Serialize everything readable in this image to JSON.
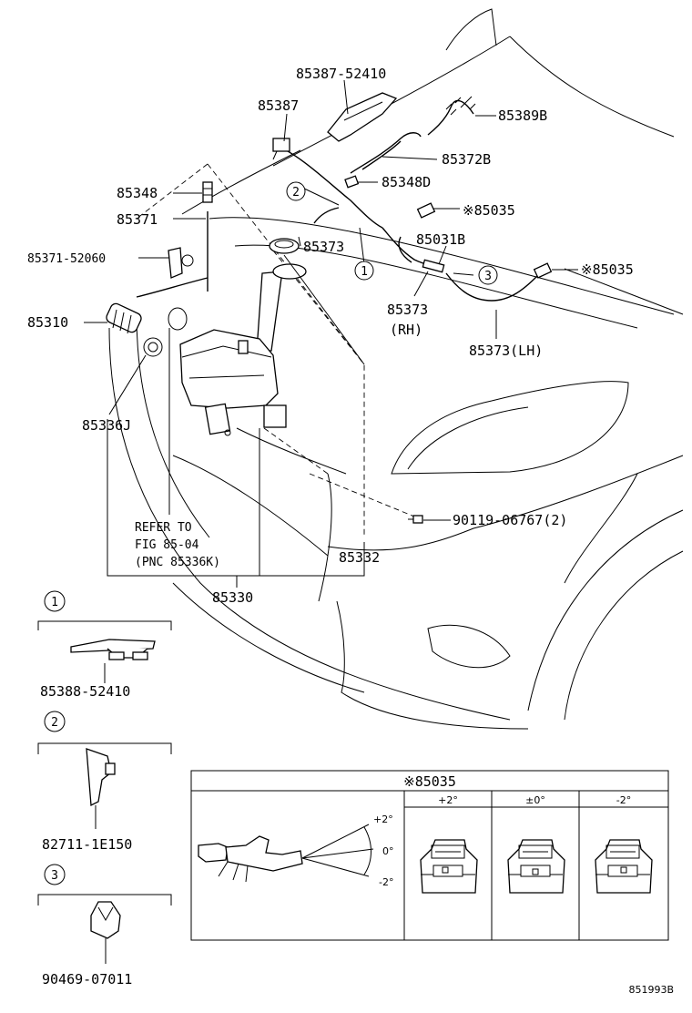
{
  "labels": {
    "l85387_52410": "85387-52410",
    "l85387": "85387",
    "l85389B": "85389B",
    "l85372B": "85372B",
    "l85348": "85348",
    "l85348D": "85348D",
    "l85035a": "※85035",
    "l85371": "85371",
    "l85373": "85373",
    "l85031B": "85031B",
    "l85035b": "※85035",
    "l85371_52060": "85371-52060",
    "l85373rh": "85373",
    "l85373rh_sub": "(RH)",
    "l85310": "85310",
    "l85373lh": "85373(LH)",
    "l85336J": "85336J",
    "l90119": "90119-06767(2)",
    "refer1": "REFER TO",
    "refer2": "FIG 85-04",
    "refer3": "(PNC 85336K)",
    "l85332": "85332",
    "l85330": "85330",
    "d1_part": "85388-52410",
    "d2_part": "82711-1E150",
    "d3_part": "90469-07011",
    "fig_code": "851993B"
  },
  "callouts": {
    "c1": "1",
    "c2": "2",
    "c3": "3"
  },
  "table": {
    "title": "※85035",
    "col1": "+2°",
    "col2": "±0°",
    "col3": "-2°",
    "angle_plus": "+2°",
    "angle_zero": "0°",
    "angle_minus": "-2°"
  }
}
